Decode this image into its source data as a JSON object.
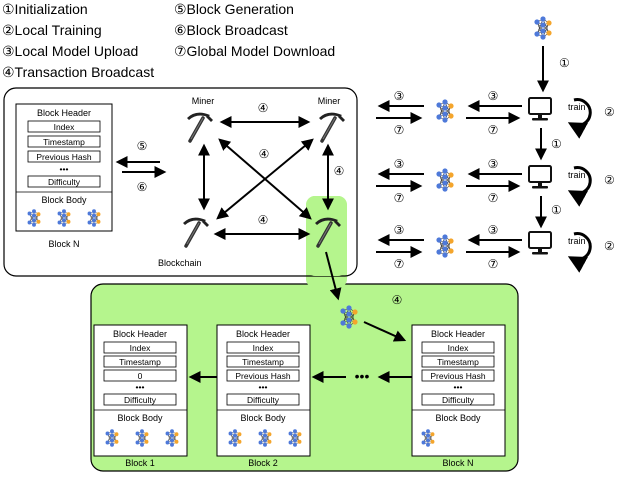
{
  "legend": {
    "items": [
      "①Initialization",
      "②Local Training",
      "③Local Model Upload",
      "④Transaction Broadcast",
      "⑤Block Generation",
      "⑥Block Broadcast",
      "⑦Global Model Download"
    ]
  },
  "steps": {
    "s1": "①",
    "s2": "②",
    "s3": "③",
    "s4": "④",
    "s5": "⑤",
    "s6": "⑥",
    "s7": "⑦"
  },
  "miners": {
    "label": "Miner"
  },
  "chain": {
    "label": "Blockchain"
  },
  "clients": {
    "train_label": "train"
  },
  "block": {
    "header": "Block Header",
    "index": "Index",
    "timestamp": "Timestamp",
    "prev_hash": "Previous Hash",
    "dots": "•••",
    "difficulty": "Difficulty",
    "body": "Block Body",
    "genesis_prev": "0"
  },
  "blocks": {
    "n_label": "Block N",
    "b1_label": "Block 1",
    "b2_label": "Block 2",
    "bn_label": "Block N"
  },
  "colors": {
    "green_fill": "#b5f58d",
    "node_blue": "#4e79d9",
    "node_orange": "#f4a52c"
  }
}
